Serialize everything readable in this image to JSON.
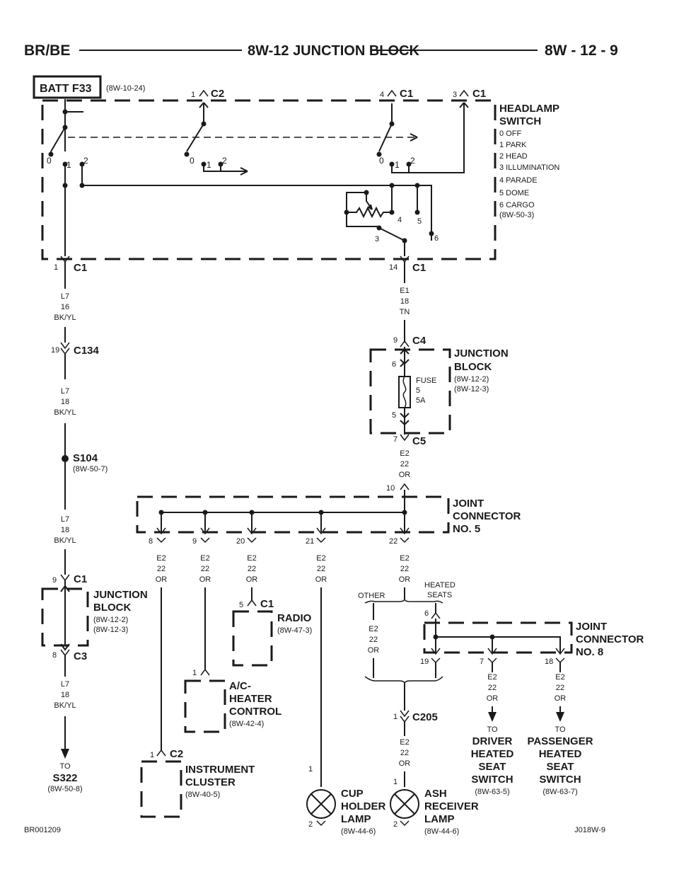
{
  "header": {
    "left": "BR/BE",
    "center": "8W-12 JUNCTION BLOCK",
    "right": "8W - 12 - 9"
  },
  "batt": {
    "label": "BATT F33",
    "ref": "(8W-10-24)"
  },
  "headlamp_switch": {
    "title1": "HEADLAMP",
    "title2": "SWITCH",
    "positions": [
      "0 OFF",
      "1 PARK",
      "2 HEAD",
      "3 ILLUMINATION",
      "4 PARADE",
      "5 DOME",
      "6 CARGO"
    ],
    "ref": "(8W-50-3)",
    "conn_c2": "C2",
    "conn_c2_pin": "1",
    "conn_c1a": "C1",
    "conn_c1a_pin": "4",
    "conn_c1b": "C1",
    "conn_c1b_pin": "3",
    "bottom_left_conn": "C1",
    "bottom_left_pin": "1",
    "bottom_right_conn": "C1",
    "bottom_right_pin": "14",
    "pos0": "0",
    "pos1": "1",
    "pos2": "2",
    "p3": "3",
    "p4": "4",
    "p5": "5",
    "p6": "6"
  },
  "left_branch": {
    "wire1": [
      "L7",
      "16",
      "BK/YL"
    ],
    "c134_pin": "19",
    "c134": "C134",
    "wire2": [
      "L7",
      "18",
      "BK/YL"
    ],
    "splice": "S104",
    "splice_ref": "(8W-50-7)",
    "wire3": [
      "L7",
      "18",
      "BK/YL"
    ],
    "jb_conn_top": "C1",
    "jb_pin_top": "9",
    "jb_title1": "JUNCTION",
    "jb_title2": "BLOCK",
    "jb_ref1": "(8W-12-2)",
    "jb_ref2": "(8W-12-3)",
    "jb_conn_bot": "C3",
    "jb_pin_bot": "8",
    "wire4": [
      "L7",
      "18",
      "BK/YL"
    ],
    "to": "TO",
    "dest": "S322",
    "dest_ref": "(8W-50-8)"
  },
  "right_branch": {
    "wire1": [
      "E1",
      "18",
      "TN"
    ],
    "c4_pin": "9",
    "c4": "C4",
    "jb_title1": "JUNCTION",
    "jb_title2": "BLOCK",
    "jb_ref1": "(8W-12-2)",
    "jb_ref2": "(8W-12-3)",
    "fuse_top_pin": "6",
    "fuse": [
      "FUSE",
      "5",
      "5A"
    ],
    "fuse_bot_pin": "5",
    "c5_pin": "7",
    "c5": "C5",
    "wire2": [
      "E2",
      "22",
      "OR"
    ]
  },
  "jc5": {
    "title": [
      "JOINT",
      "CONNECTOR",
      "NO. 5"
    ],
    "in_pin": "10",
    "pins": [
      "8",
      "9",
      "20",
      "21",
      "22"
    ],
    "wire": [
      "E2",
      "22",
      "OR"
    ]
  },
  "radio": {
    "pin": "5",
    "conn": "C1",
    "name": "RADIO",
    "ref": "(8W-47-3)"
  },
  "ac": {
    "pin": "1",
    "name": [
      "A/C-",
      "HEATER",
      "CONTROL"
    ],
    "ref": "(8W-42-4)"
  },
  "cluster": {
    "pin": "1",
    "conn": "C2",
    "name": [
      "INSTRUMENT",
      "CLUSTER"
    ],
    "ref": "(8W-40-5)"
  },
  "cup_lamp": {
    "pin_top": "1",
    "pin_bot": "2",
    "name": [
      "CUP",
      "HOLDER",
      "LAMP"
    ],
    "ref": "(8W-44-6)"
  },
  "ash_lamp": {
    "pin_top": "1",
    "pin_bot": "2",
    "name": [
      "ASH",
      "RECEIVER",
      "LAMP"
    ],
    "ref": "(8W-44-6)"
  },
  "options": {
    "other": "OTHER",
    "heated1": "HEATED",
    "heated2": "SEATS",
    "other_wire": [
      "E2",
      "22",
      "OR"
    ]
  },
  "jc8": {
    "title": [
      "JOINT",
      "CONNECTOR",
      "NO. 8"
    ],
    "in_pin": "6",
    "pins": [
      "19",
      "7",
      "18"
    ],
    "wire": [
      "E2",
      "22",
      "OR"
    ]
  },
  "c205": {
    "pin": "1",
    "name": "C205",
    "wire": [
      "E2",
      "22",
      "OR"
    ]
  },
  "driver": {
    "to": "TO",
    "name": [
      "DRIVER",
      "HEATED",
      "SEAT",
      "SWITCH"
    ],
    "ref": "(8W-63-5)"
  },
  "passenger": {
    "to": "TO",
    "name": [
      "PASSENGER",
      "HEATED",
      "SEAT",
      "SWITCH"
    ],
    "ref": "(8W-63-7)"
  },
  "footer": {
    "left": "BR001209",
    "right": "J018W-9"
  }
}
